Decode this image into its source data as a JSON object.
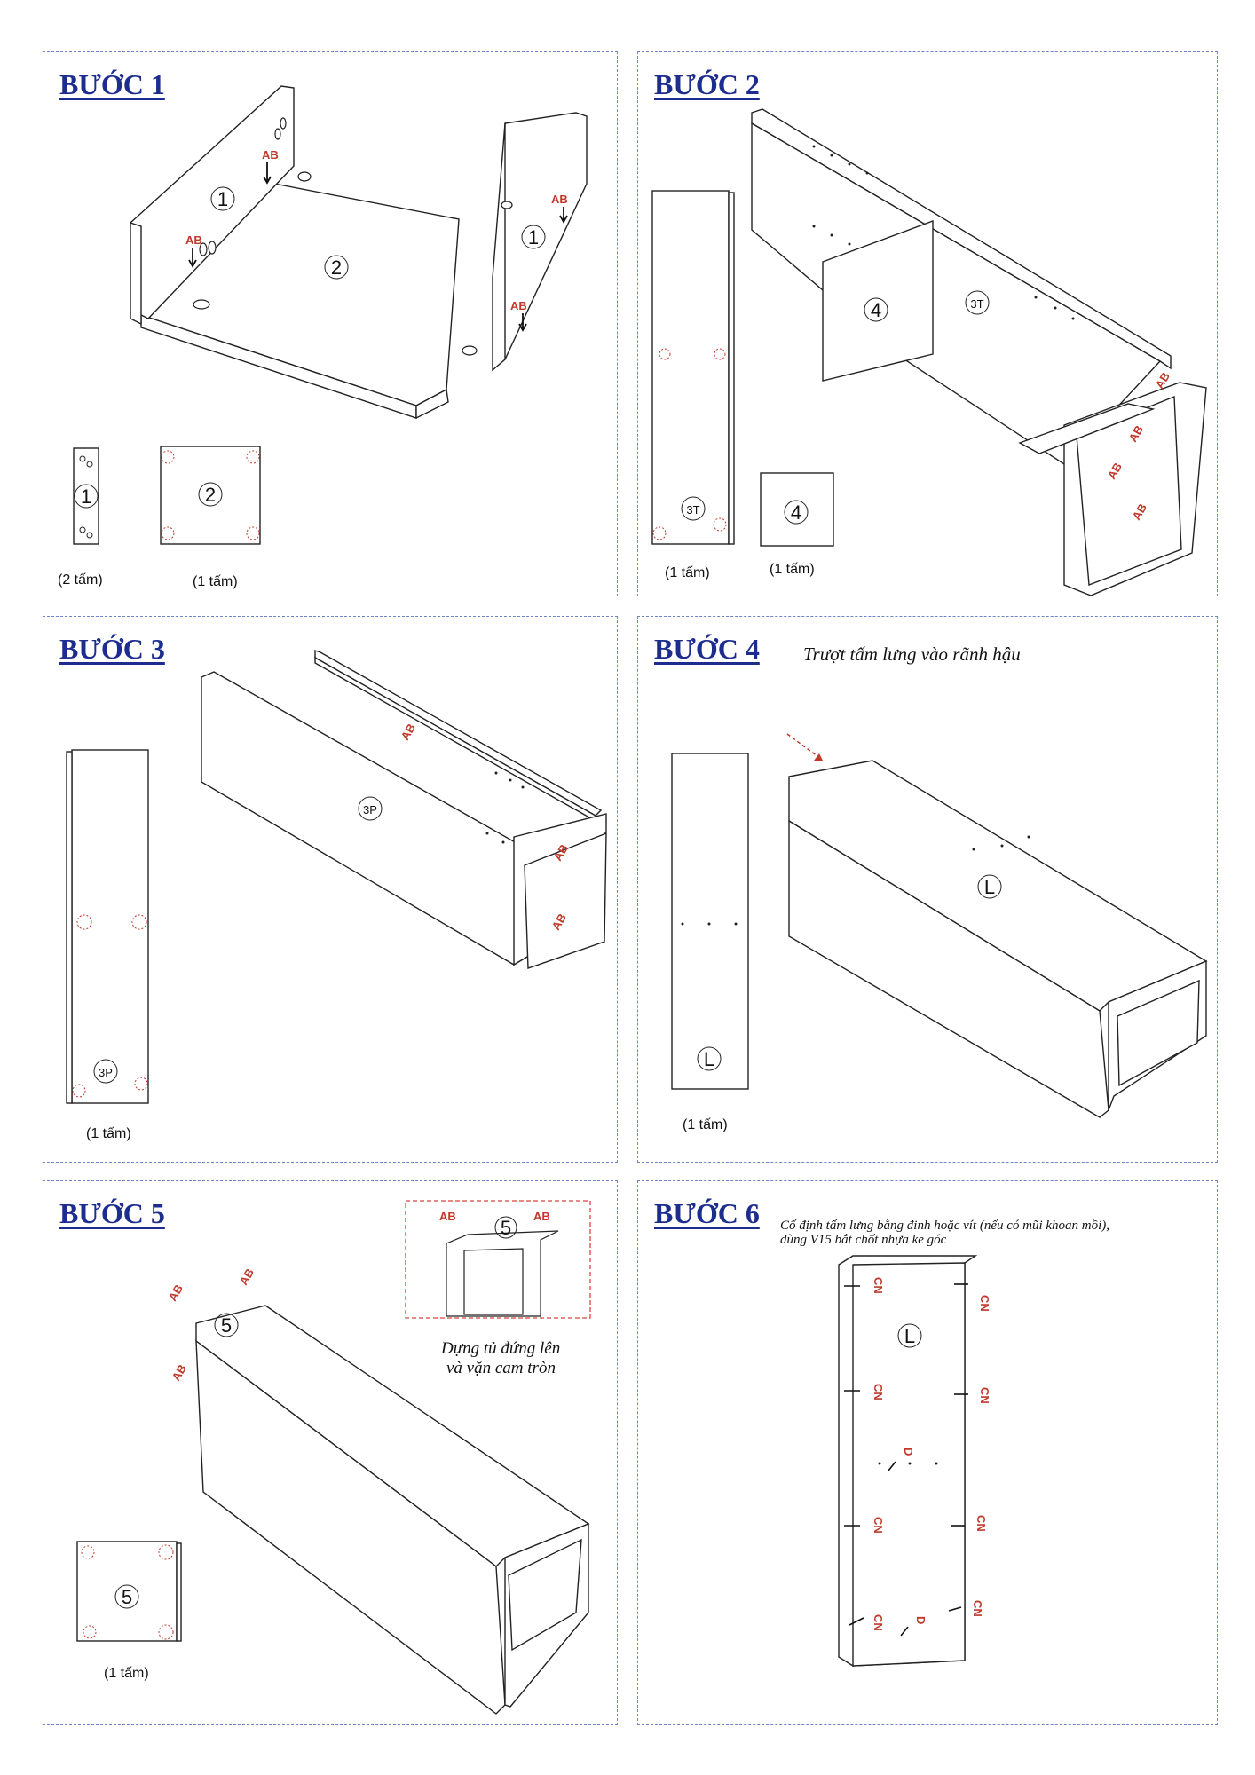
{
  "steps": [
    {
      "title": "BƯỚC 1",
      "qty": [
        "(2 tấm)",
        "(1 tấm)"
      ]
    },
    {
      "title": "BƯỚC 2",
      "qty": [
        "(1 tấm)",
        "(1 tấm)"
      ]
    },
    {
      "title": "BƯỚC 3",
      "qty": [
        "(1 tấm)"
      ]
    },
    {
      "title": "BƯỚC 4",
      "note": "Trượt tấm lưng vào rãnh hậu",
      "qty": [
        "(1 tấm)"
      ]
    },
    {
      "title": "BƯỚC 5",
      "note_line1": "Dựng tủ đứng lên",
      "note_line2": "và vặn cam tròn",
      "qty": [
        "(1 tấm)"
      ]
    },
    {
      "title": "BƯỚC 6",
      "note_line1": "Cố định tấm lưng bằng đinh hoặc vít (nếu có mũi khoan mồi),",
      "note_line2": "dùng V15 bắt chốt nhựa ke góc"
    }
  ],
  "parts": {
    "p1": "1",
    "p2": "2",
    "p3t": "3T",
    "p4": "4",
    "p3p": "3P",
    "pl": "L",
    "p5": "5"
  },
  "labels": {
    "ab": "AB",
    "cn": "CN",
    "d": "D"
  },
  "colors": {
    "title": "#1c2c8f",
    "panel_border": "#6f84c8",
    "marker": "#c0392b"
  }
}
